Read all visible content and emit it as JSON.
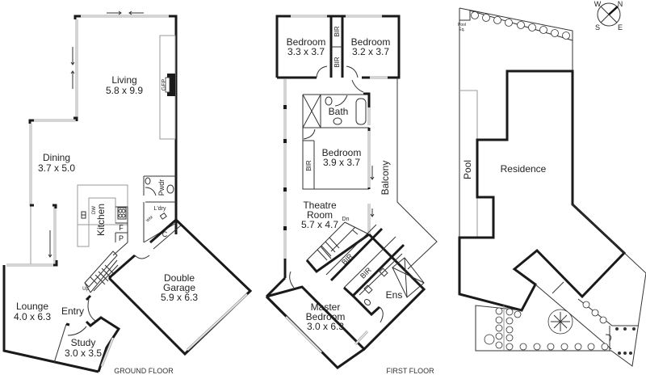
{
  "ground_floor": {
    "caption": "GROUND FLOOR",
    "rooms": [
      {
        "name": "Living",
        "size": "5.8 x 9.9"
      },
      {
        "name": "Dining",
        "size": "3.7 x 5.0"
      },
      {
        "name": "Kitchen",
        "size": ""
      },
      {
        "name": "Lounge",
        "size": "4.0 x 6.3"
      },
      {
        "name": "Entry",
        "size": ""
      },
      {
        "name": "Study",
        "size": "3.0 x 3.5"
      },
      {
        "name": "Double Garage",
        "line1": "Double",
        "line2": "Garage",
        "size": "5.9 x 6.3"
      }
    ],
    "labels": {
      "gfp": "GFP",
      "pwdr": "Pwdr",
      "laundry": "L'dry",
      "wm": "WM",
      "dw": "DW",
      "fridge": "F",
      "pantry": "P",
      "cupboard": "C",
      "up": "Up"
    }
  },
  "first_floor": {
    "caption": "FIRST FLOOR",
    "rooms": [
      {
        "name": "Bedroom",
        "size": "3.3 x 3.7"
      },
      {
        "name": "Bedroom",
        "size": "3.2 x 3.7"
      },
      {
        "name": "Bath",
        "size": ""
      },
      {
        "name": "Bedroom",
        "size": "3.9 x 3.7"
      },
      {
        "name": "Balcony",
        "size": ""
      },
      {
        "name": "Theatre Room",
        "line1": "Theatre",
        "line2": "Room",
        "size": "5.7 x 4.7"
      },
      {
        "name": "Master Bedroom",
        "line1": "Master",
        "line2": "Bedroom",
        "size": "3.0 x 6.3"
      },
      {
        "name": "Ens",
        "size": ""
      }
    ],
    "labels": {
      "bir": "BIR",
      "dn": "Dn"
    }
  },
  "site_plan": {
    "residence": "Residence",
    "pool": "Pool",
    "pool_eq_line1": "Pool",
    "pool_eq_line2": "Eq."
  },
  "compass": {
    "n": "N",
    "e": "E",
    "s": "S",
    "w": "W"
  }
}
